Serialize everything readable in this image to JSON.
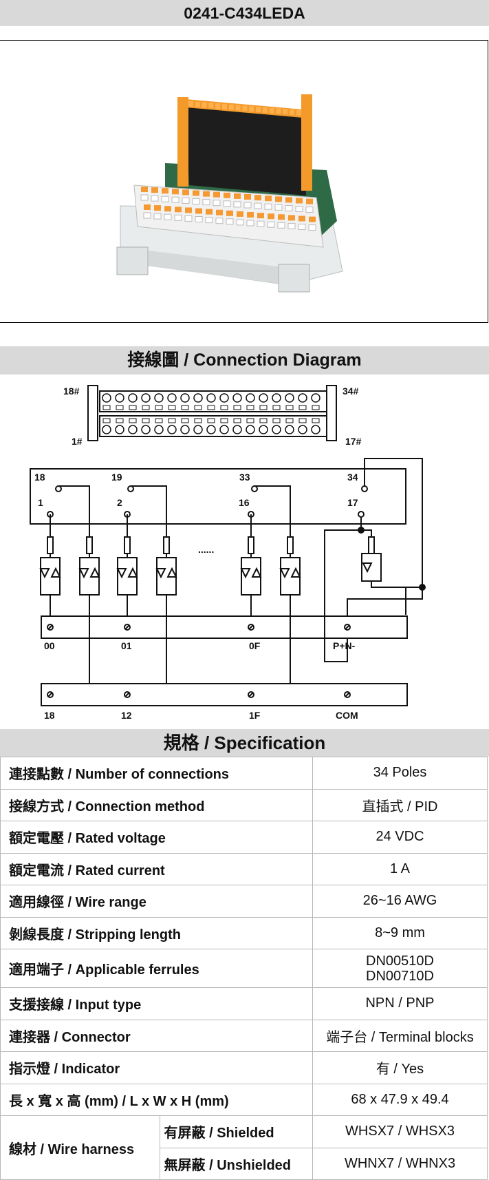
{
  "header": {
    "title": "0241-C434LEDA"
  },
  "connection_diagram": {
    "heading": "接線圖 / Connection Diagram",
    "connector_labels": {
      "top_left": "18#",
      "top_right": "34#",
      "bottom_left": "1#",
      "bottom_right": "17#"
    },
    "pin_labels_top": [
      "18",
      "19",
      "33",
      "34"
    ],
    "pin_labels_bottom": [
      "1",
      "2",
      "16",
      "17"
    ],
    "ellipsis": "......",
    "bus1_labels": [
      "00",
      "01",
      "0F",
      "P+N-"
    ],
    "bus2_labels": [
      "18",
      "12",
      "1F",
      "COM"
    ]
  },
  "specification": {
    "heading": "規格 / Specification",
    "rows": [
      {
        "label": "連接點數 / Number of connections",
        "value": "34 Poles"
      },
      {
        "label": "接線方式 / Connection method",
        "value": "直插式 / PID"
      },
      {
        "label": "額定電壓 / Rated voltage",
        "value": "24 VDC"
      },
      {
        "label": "額定電流 / Rated current",
        "value": "1 A"
      },
      {
        "label": "適用線徑 / Wire range",
        "value": "26~16 AWG"
      },
      {
        "label": "剝線長度 / Stripping length",
        "value": "8~9 mm"
      },
      {
        "label": "適用端子 / Applicable ferrules",
        "value": "DN00510D",
        "value2": "DN00710D"
      },
      {
        "label": "支援接線 / Input type",
        "value": "NPN / PNP"
      },
      {
        "label": "連接器 / Connector",
        "value": "端子台 / Terminal blocks"
      },
      {
        "label": "指示燈 / Indicator",
        "value": "有 / Yes"
      },
      {
        "label": "長 x 寬 x 高 (mm) / L x W x H (mm)",
        "value": "68 x 47.9 x 49.4"
      }
    ],
    "harness": {
      "label": "線材 / Wire harness",
      "shielded_label": "有屏蔽 / Shielded",
      "shielded_value": "WHSX7 / WHSX3",
      "unshielded_label": "無屏蔽 / Unshielded",
      "unshielded_value": "WHNX7 / WHNX3"
    }
  }
}
